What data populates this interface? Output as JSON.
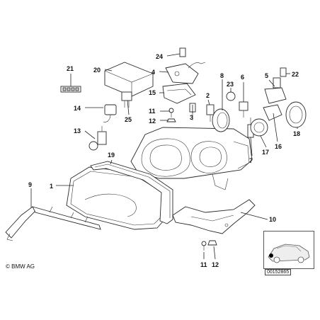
{
  "copyright": "© BMW AG",
  "reference_code": "00152865",
  "callouts": {
    "c1": "1",
    "c2": "2",
    "c3": "3",
    "c4": "4",
    "c5": "5",
    "c6": "6",
    "c7": "7",
    "c8": "8",
    "c9": "9",
    "c10": "10",
    "c11a": "11",
    "c11b": "11",
    "c12a": "12",
    "c12b": "12",
    "c13": "13",
    "c14": "14",
    "c15": "15",
    "c16": "16",
    "c17": "17",
    "c18": "18",
    "c19": "19",
    "c20": "20",
    "c21": "21",
    "c22": "22",
    "c23": "23",
    "c24": "24",
    "c25": "25"
  }
}
